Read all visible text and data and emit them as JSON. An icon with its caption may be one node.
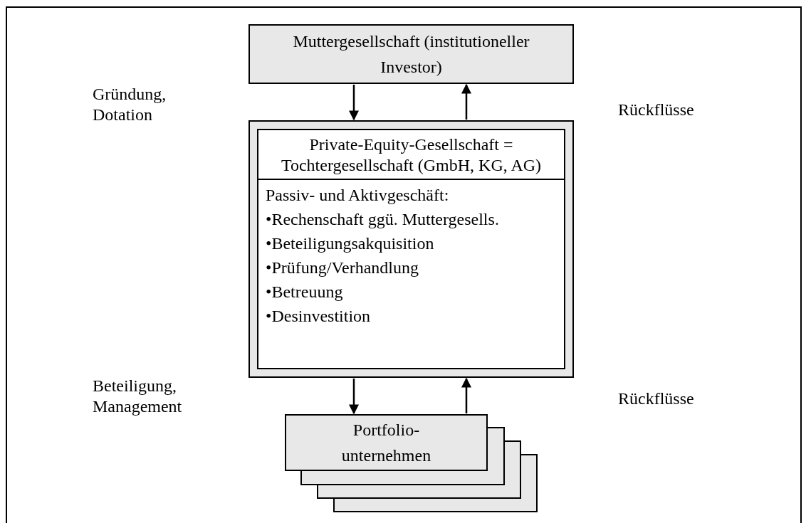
{
  "diagram": {
    "nodes": [
      {
        "text": [
          "Muttergesellschaft (institutioneller Investor)"
        ]
      },
      {
        "text": [
          "Private-Equity-Gesellschaft = Tochtergesellschaft (GmbH, KG, AG)",
          "Passiv- und Aktivgeschäft:",
          "•Rechenschaft ggü. Muttergesells.",
          "•Beteiligungsakquisition",
          "•Prüfung/Verhandlung",
          "•Betreuung",
          "•Desinvestition"
        ]
      },
      {
        "text": [
          "Portfolio- unternehmen"
        ]
      }
    ],
    "edges": [
      {
        "from": 0,
        "to": 1,
        "arrow": "to"
      },
      {
        "from": 1,
        "to": 0,
        "arrow": "to"
      },
      {
        "from": 1,
        "to": 2,
        "arrow": "to"
      },
      {
        "from": 2,
        "to": 1,
        "arrow": "to"
      }
    ],
    "labels": [
      "Gründung, Dotation",
      "Rückflüsse",
      "Beteiligung, Management",
      "Rückflüsse"
    ]
  }
}
